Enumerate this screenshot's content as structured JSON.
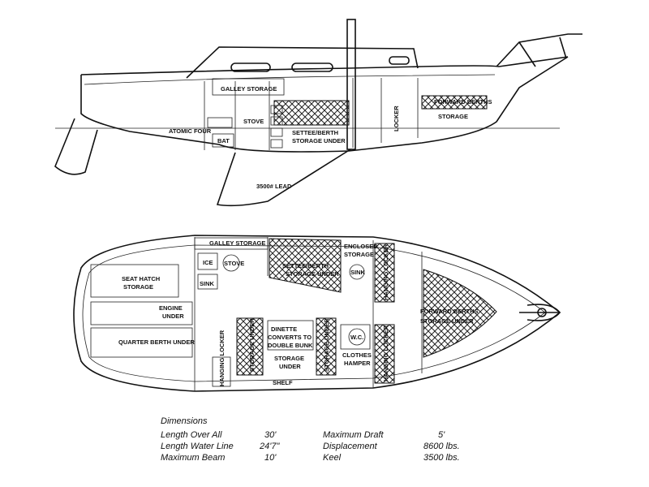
{
  "profile": {
    "labels": {
      "galley_storage": "GALLEY STORAGE",
      "stove": "STOVE",
      "atomic_four": "ATOMIC FOUR",
      "bat": "BAT",
      "settee_berth_storage_under": [
        "SETTEE/BERTH",
        "STORAGE UNDER"
      ],
      "locker": "LOCKER",
      "forward_berths": "FORWARD BERTHS",
      "storage": "STORAGE",
      "lead": "3500# LEAD"
    }
  },
  "plan": {
    "labels": {
      "galley_storage": "GALLEY STORAGE",
      "ice": "ICE",
      "stove": "STOVE",
      "sink_galley": "SINK",
      "seat_hatch_storage": [
        "SEAT HATCH",
        "STORAGE"
      ],
      "engine_under": [
        "ENGINE",
        "UNDER"
      ],
      "quarter_berth_under": "QUARTER BERTH UNDER",
      "hanging_locker_aft": "HANGING LOCKER",
      "storage_under_left": "STORAGE UNDER",
      "dinette": [
        "DINETTE",
        "CONVERTS TO",
        "DOUBLE BUNK"
      ],
      "storage_under_center": [
        "STORAGE",
        "UNDER"
      ],
      "storage_under_right": "STORAGE UNDER",
      "shelf": "SHELF",
      "settee_berth_storage_under": [
        "SETTEE/BERTH",
        "STORAGE UNDER"
      ],
      "enclosed_storage": [
        "ENCLOSED",
        "STORAGE"
      ],
      "sink_head": "SINK",
      "wc": "W.C.",
      "clothes_hamper": [
        "CLOTHES",
        "HAMPER"
      ],
      "hanging_locker_fwd_top": "HANGING LOCKER",
      "hanging_locker_fwd_bottom": "HANGING LOCKER",
      "forward_berths": [
        "FORWARD BERTHS",
        "STORAGE UNDER"
      ]
    }
  },
  "dimensions": {
    "title": "Dimensions",
    "rows": [
      {
        "label": "Length Over All",
        "value": "30'",
        "label2": "Maximum Draft",
        "value2": "5'"
      },
      {
        "label": "Length Water Line",
        "value": "24'7\"",
        "label2": "Displacement",
        "value2": "8600 lbs."
      },
      {
        "label": "Maximum Beam",
        "value": "10'",
        "label2": "Keel",
        "value2": "3500 lbs."
      }
    ]
  }
}
